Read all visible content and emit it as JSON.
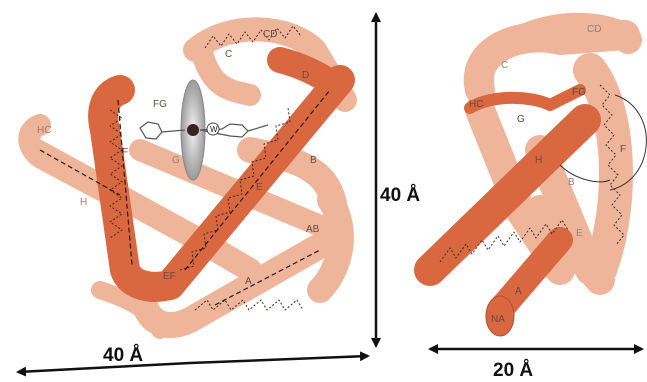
{
  "colors": {
    "helix_strong": "#d9673f",
    "helix_soft": "#efb59b",
    "heme_disc": "#c8c8c8",
    "iron": "#3a2222",
    "arrow": "#111111"
  },
  "left_structure": {
    "helix_labels": [
      "CD",
      "C",
      "D",
      "FG",
      "F",
      "G",
      "HC",
      "H",
      "E",
      "B",
      "AB",
      "EF",
      "A"
    ],
    "ligand_label": "W"
  },
  "right_structure": {
    "helix_labels": [
      "CD",
      "C",
      "HC",
      "FG",
      "G",
      "H",
      "F",
      "B",
      "E",
      "A",
      "NA"
    ]
  },
  "dimensions": {
    "left_height": "40 Å",
    "left_width": "40 Å",
    "right_width": "20 Å"
  }
}
